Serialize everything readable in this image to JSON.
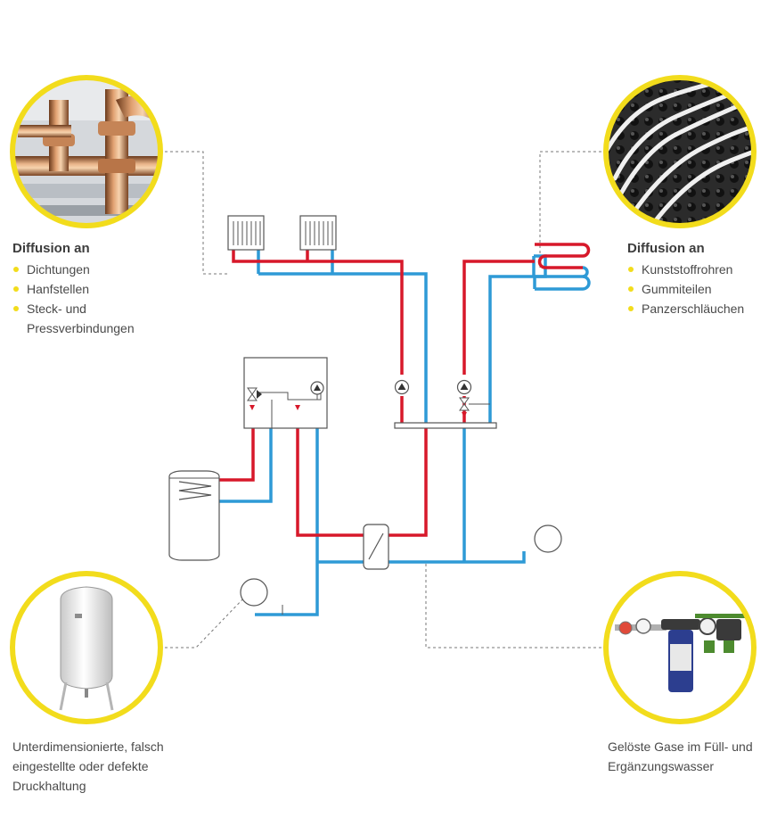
{
  "top_left": {
    "heading": "Diffusion an",
    "items": [
      "Dichtungen",
      "Hanfstellen",
      "Steck- und Pressverbindungen"
    ],
    "photo": "copper-press-fittings"
  },
  "top_right": {
    "heading": "Diffusion an",
    "items": [
      "Kunststoffrohren",
      "Gummiteilen",
      "Panzerschläuchen"
    ],
    "photo": "underfloor-heating-pipes"
  },
  "bottom_left": {
    "lines": [
      "Unterdimensionierte, falsch",
      "eingestellte oder defekte",
      "Druckhaltung"
    ],
    "photo": "expansion-vessel"
  },
  "bottom_right": {
    "lines": [
      "Gelöste Gase im Füll- und",
      "Ergänzungswasser"
    ],
    "photo": "water-treatment-filter-unit"
  },
  "colors": {
    "ring": "#f2dc1c",
    "supply": "#d7182a",
    "return": "#2e9ad6",
    "outline": "#555555",
    "bullet": "#f2dc1c"
  }
}
